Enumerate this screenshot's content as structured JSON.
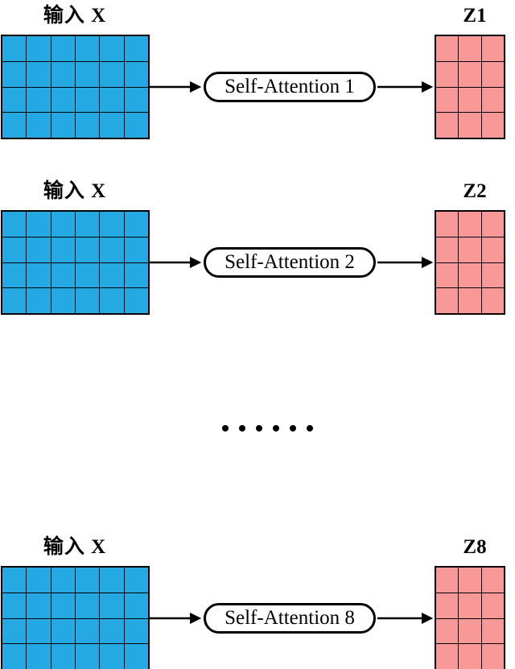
{
  "diagram": {
    "rows": [
      {
        "input_label": "输入 X",
        "attention_label": "Self-Attention 1",
        "output_label": "Z1",
        "input_grid": {
          "cols": 6,
          "rows": 4
        },
        "output_grid": {
          "cols": 3,
          "rows": 4
        }
      },
      {
        "input_label": "输入 X",
        "attention_label": "Self-Attention 2",
        "output_label": "Z2",
        "input_grid": {
          "cols": 6,
          "rows": 4
        },
        "output_grid": {
          "cols": 3,
          "rows": 4
        }
      },
      {
        "input_label": "输入 X",
        "attention_label": "Self-Attention 8",
        "output_label": "Z8",
        "input_grid": {
          "cols": 6,
          "rows": 4
        },
        "output_grid": {
          "cols": 3,
          "rows": 4
        }
      }
    ],
    "ellipsis": {
      "count": 6
    },
    "colors": {
      "input_fill": "#25A9E2",
      "output_fill": "#F89998",
      "line": "#000000",
      "background": "#FFFFFF"
    }
  }
}
